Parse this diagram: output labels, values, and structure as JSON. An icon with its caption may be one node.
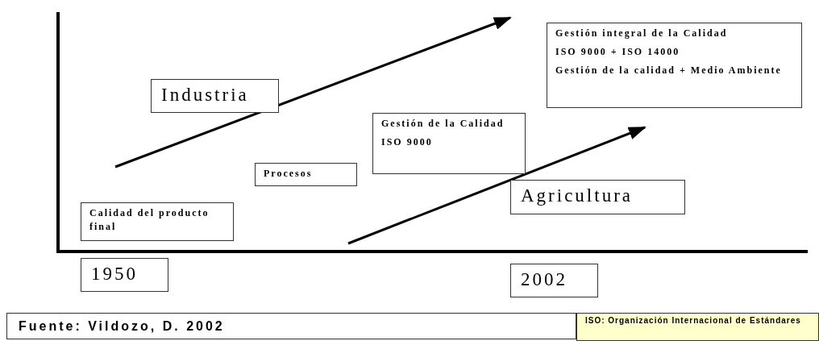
{
  "diagram": {
    "nodes": [
      {
        "text": [
          "Gestión integral de la Calidad",
          "ISO 9000 + ISO 14000",
          "Gestión de la calidad + Medio Ambiente"
        ]
      },
      {
        "text": [
          "Industria"
        ]
      },
      {
        "text": [
          "Gestión de la Calidad",
          "ISO 9000"
        ]
      },
      {
        "text": [
          "Procesos"
        ]
      },
      {
        "text": [
          "Agricultura"
        ]
      },
      {
        "text": [
          "Calidad del producto final"
        ]
      },
      {
        "text": [
          "1950"
        ]
      },
      {
        "text": [
          "2002"
        ]
      },
      {
        "text": [
          "Fuente: Vildozo, D. 2002"
        ]
      },
      {
        "text": [
          "ISO: Organización Internacional de Estándares"
        ]
      }
    ]
  }
}
